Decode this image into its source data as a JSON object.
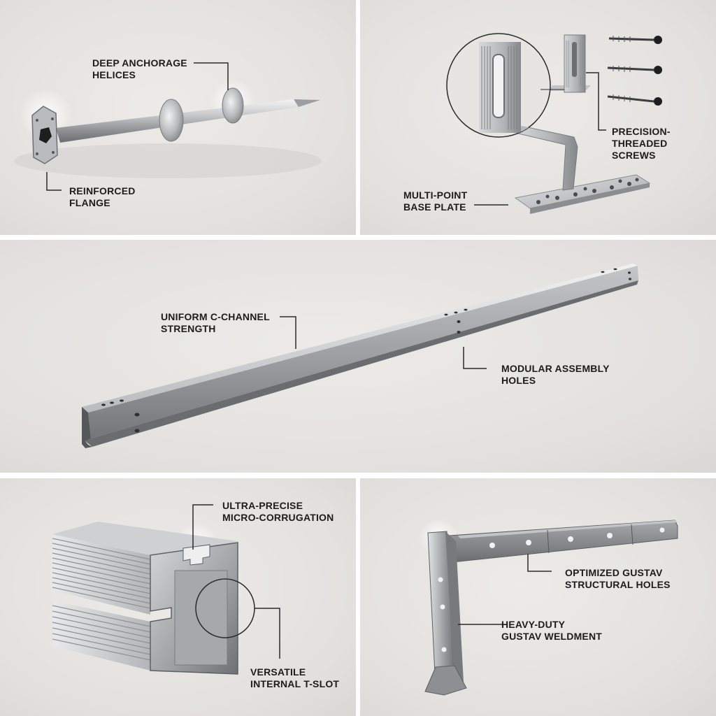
{
  "panels": [
    {
      "product": "helical ground anchor",
      "callouts": [
        {
          "lines": [
            "DEEP ANCHORAGE",
            "HELICES"
          ]
        },
        {
          "lines": [
            "REINFORCED",
            "FLANGE"
          ]
        }
      ]
    },
    {
      "product": "roof hook bracket with screws",
      "callouts": [
        {
          "lines": [
            "PRECISION-",
            "THREADED",
            "SCREWS"
          ]
        },
        {
          "lines": [
            "MULTI-POINT",
            "BASE PLATE"
          ]
        }
      ]
    },
    {
      "product": "c-channel rail",
      "callouts": [
        {
          "lines": [
            "UNIFORM C-CHANNEL",
            "STRENGTH"
          ]
        },
        {
          "lines": [
            "MODULAR ASSEMBLY",
            "HOLES"
          ]
        }
      ]
    },
    {
      "product": "aluminum t-slot profile",
      "callouts": [
        {
          "lines": [
            "ULTRA-PRECISE",
            "MICRO-CORRUGATION"
          ]
        },
        {
          "lines": [
            "VERSATILE",
            "INTERNAL T-SLOT"
          ]
        }
      ]
    },
    {
      "product": "l-bracket weldment",
      "callouts": [
        {
          "lines": [
            "OPTIMIZED GUSTAV",
            "STRUCTURAL HOLES"
          ]
        },
        {
          "lines": [
            "HEAVY-DUTY",
            "GUSTAV WELDMENT"
          ]
        }
      ]
    }
  ],
  "colors": {
    "background": "#e4e3e0",
    "divider": "#ffffff",
    "label_text": "#1c1c1c",
    "leader_line": "#2a2a2a",
    "metal_light": "#e8e8ea",
    "metal_mid": "#a9abae",
    "metal_dark": "#5c5e61"
  }
}
